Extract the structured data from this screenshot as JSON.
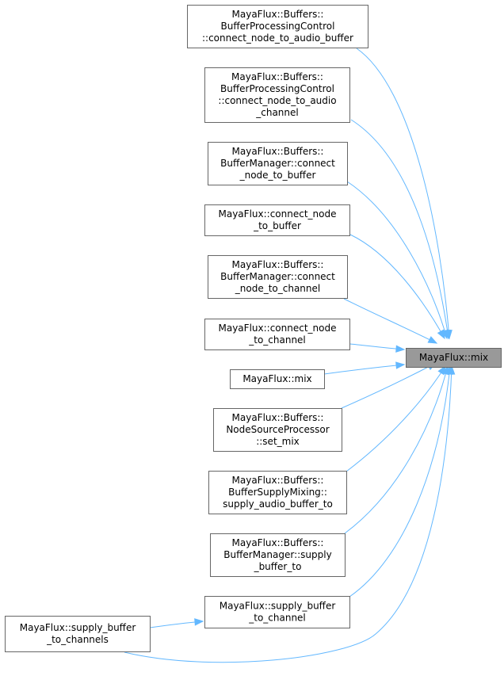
{
  "graph": {
    "target": {
      "id": "mix-target",
      "lines": [
        "MayaFlux::mix"
      ]
    },
    "callers": [
      {
        "id": "connect-node-to-audio-buffer",
        "lines": [
          "MayaFlux::Buffers::",
          "BufferProcessingControl",
          "::connect_node_to_audio_buffer"
        ]
      },
      {
        "id": "connect-node-to-audio-channel",
        "lines": [
          "MayaFlux::Buffers::",
          "BufferProcessingControl",
          "::connect_node_to_audio",
          "_channel"
        ]
      },
      {
        "id": "buffermanager-connect-node-to-buffer",
        "lines": [
          "MayaFlux::Buffers::",
          "BufferManager::connect",
          "_node_to_buffer"
        ]
      },
      {
        "id": "connect-node-to-buffer",
        "lines": [
          "MayaFlux::connect_node",
          "_to_buffer"
        ]
      },
      {
        "id": "buffermanager-connect-node-to-channel",
        "lines": [
          "MayaFlux::Buffers::",
          "BufferManager::connect",
          "_node_to_channel"
        ]
      },
      {
        "id": "connect-node-to-channel",
        "lines": [
          "MayaFlux::connect_node",
          "_to_channel"
        ]
      },
      {
        "id": "mix-overload",
        "lines": [
          "MayaFlux::mix"
        ]
      },
      {
        "id": "nodesourceprocessor-set-mix",
        "lines": [
          "MayaFlux::Buffers::",
          "NodeSourceProcessor",
          "::set_mix"
        ]
      },
      {
        "id": "buffersupplymixing-supply-audio-buffer-to",
        "lines": [
          "MayaFlux::Buffers::",
          "BufferSupplyMixing::",
          "supply_audio_buffer_to"
        ]
      },
      {
        "id": "buffermanager-supply-buffer-to",
        "lines": [
          "MayaFlux::Buffers::",
          "BufferManager::supply",
          "_buffer_to"
        ]
      },
      {
        "id": "supply-buffer-to-channel",
        "lines": [
          "MayaFlux::supply_buffer",
          "_to_channel"
        ]
      },
      {
        "id": "supply-buffer-to-channels",
        "lines": [
          "MayaFlux::supply_buffer",
          "_to_channels"
        ]
      }
    ],
    "edges": [
      {
        "from": "connect-node-to-audio-buffer",
        "to": "mix-target"
      },
      {
        "from": "connect-node-to-audio-channel",
        "to": "mix-target"
      },
      {
        "from": "buffermanager-connect-node-to-buffer",
        "to": "mix-target"
      },
      {
        "from": "connect-node-to-buffer",
        "to": "mix-target"
      },
      {
        "from": "buffermanager-connect-node-to-channel",
        "to": "mix-target"
      },
      {
        "from": "connect-node-to-channel",
        "to": "mix-target"
      },
      {
        "from": "mix-overload",
        "to": "mix-target"
      },
      {
        "from": "nodesourceprocessor-set-mix",
        "to": "mix-target"
      },
      {
        "from": "buffersupplymixing-supply-audio-buffer-to",
        "to": "mix-target"
      },
      {
        "from": "buffermanager-supply-buffer-to",
        "to": "mix-target"
      },
      {
        "from": "supply-buffer-to-channel",
        "to": "mix-target"
      },
      {
        "from": "supply-buffer-to-channels",
        "to": "supply-buffer-to-channel"
      },
      {
        "from": "supply-buffer-to-channels",
        "to": "mix-target"
      }
    ],
    "colors": {
      "edge": "#63b8ff",
      "box_border": "#666666",
      "focus_fill": "#999999"
    }
  }
}
